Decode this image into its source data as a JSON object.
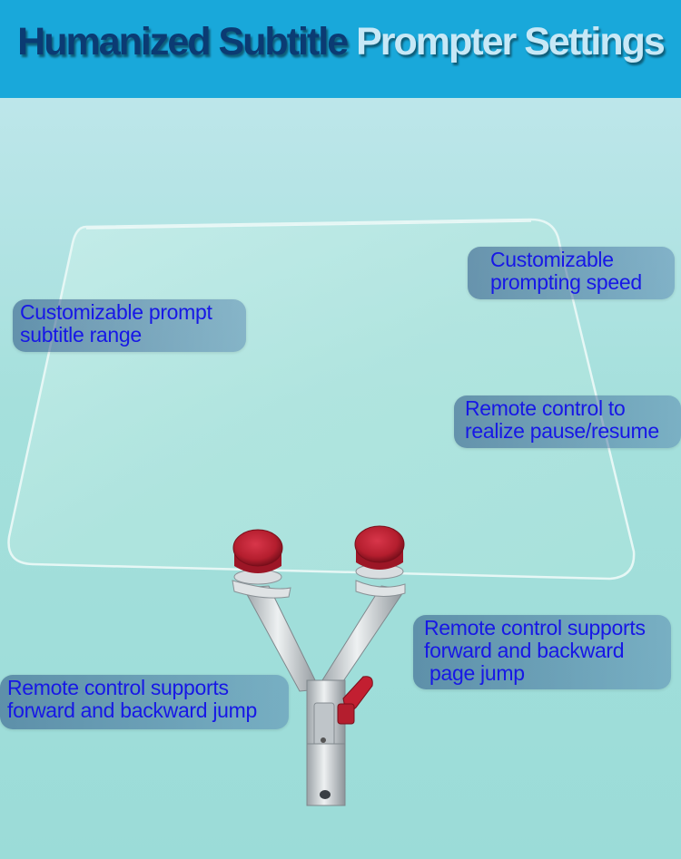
{
  "header": {
    "title_part1": "Humanized Subtitle",
    "title_part2": "Prompter Settings",
    "bg_color": "#19a8da",
    "title_color_1": "#0b3b73",
    "title_color_2": "#c7e8f6"
  },
  "callouts": {
    "speed": {
      "line1": "Customizable",
      "line2": "prompting speed"
    },
    "range": {
      "line1": "Customizable prompt",
      "line2": "subtitle range"
    },
    "pause": {
      "line1": "Remote control to",
      "line2": "realize pause/resume"
    },
    "page_jump": {
      "line1": "Remote control supports",
      "line2": "forward and backward",
      "line3": "page jump"
    },
    "jump": {
      "line1": "Remote control supports",
      "line2": "forward and backward jump"
    }
  },
  "colors": {
    "callout_text": "#1717e6",
    "knob": "#b41e2e",
    "background": "#a2dedc"
  }
}
